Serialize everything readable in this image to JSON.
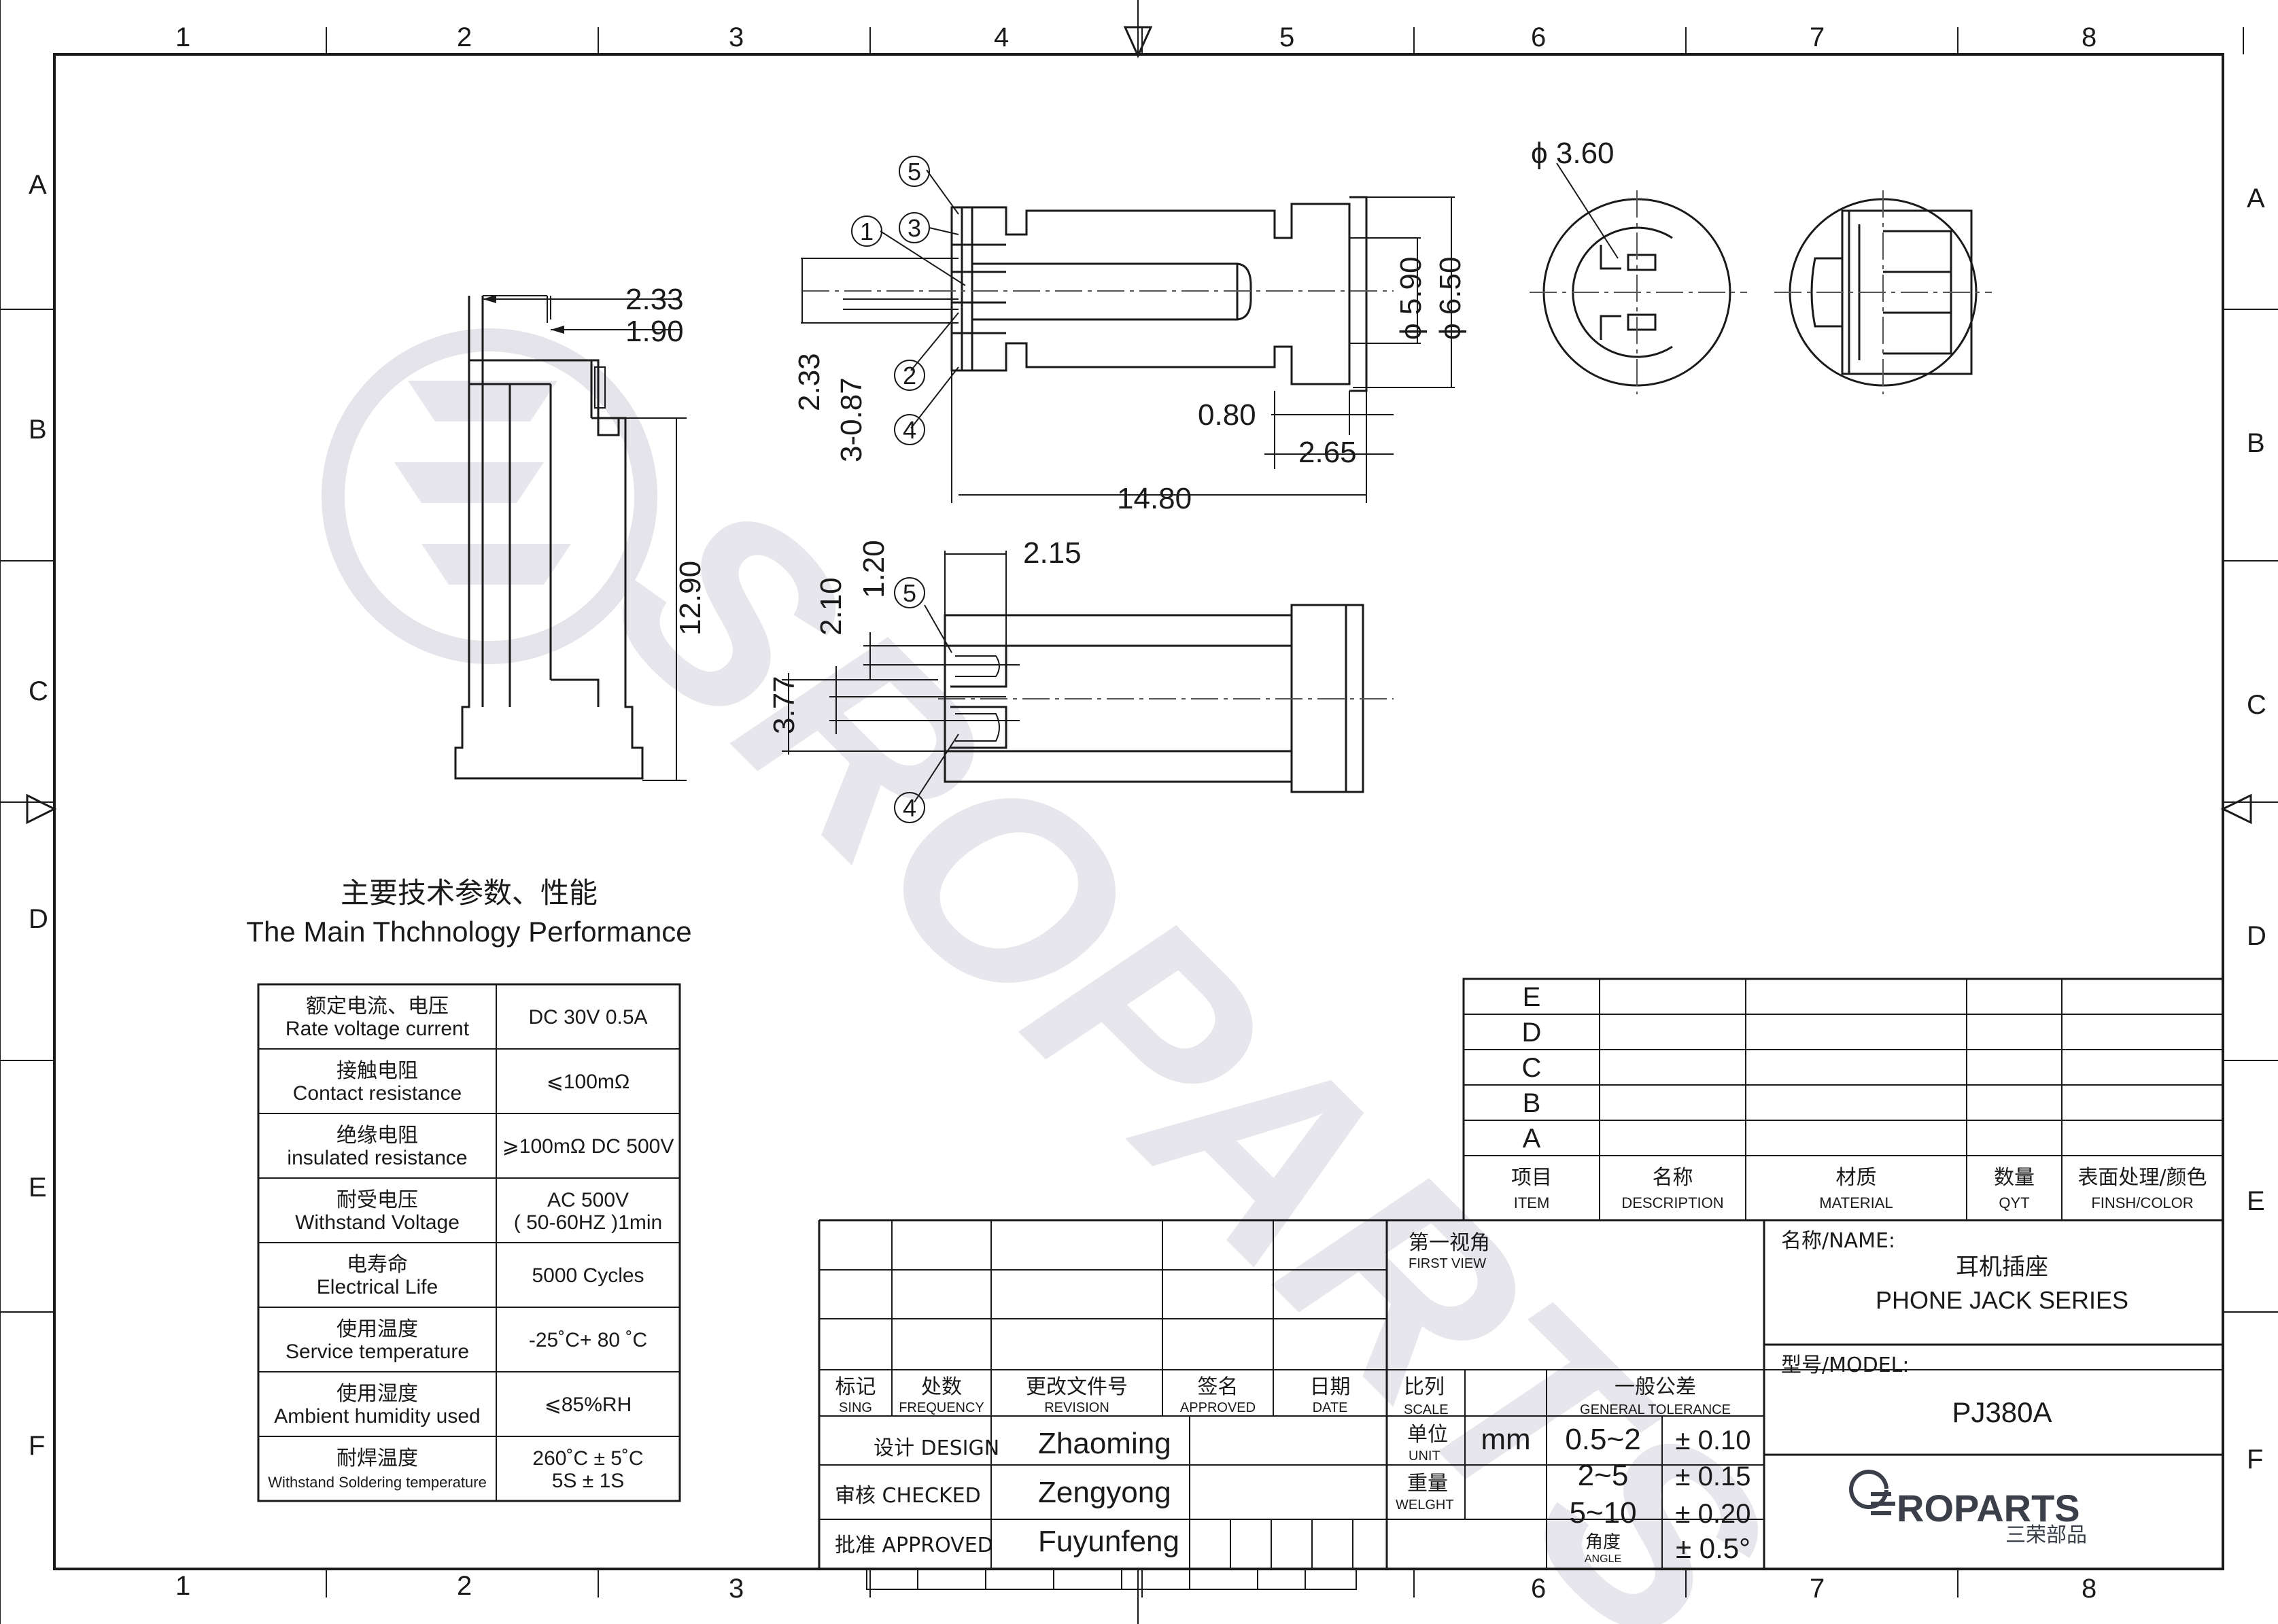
{
  "frame": {
    "col_labels": [
      "1",
      "2",
      "3",
      "4",
      "5",
      "6",
      "7",
      "8"
    ],
    "row_labels": [
      "A",
      "B",
      "C",
      "D",
      "E",
      "F"
    ]
  },
  "watermark": "SROPARTS",
  "dimensions": {
    "side_233": "2.33",
    "side_190": "1.90",
    "side_1290": "12.90",
    "top_233": "2.33",
    "top_3_087": "3-0.87",
    "phi_590": "ϕ 5.90",
    "phi_650": "ϕ 6.50",
    "d_080": "0.80",
    "d_265": "2.65",
    "d_1480": "14.80",
    "front_phi_360": "ϕ 3.60",
    "bot_215": "2.15",
    "bot_120": "1.20",
    "bot_210": "2.10",
    "bot_377": "3.77"
  },
  "balloons": {
    "top": [
      "5",
      "3",
      "1",
      "2",
      "4"
    ],
    "bottom": [
      "5",
      "4"
    ]
  },
  "performance": {
    "title_cn": "主要技术参数、性能",
    "title_en": "The Main Thchnology Performance",
    "rows": [
      {
        "cn": "额定电流、电压",
        "en": "Rate voltage current",
        "v1": "DC 30V   0.5A",
        "v2": ""
      },
      {
        "cn": "接触电阻",
        "en": "Contact resistance",
        "v1": "⩽100mΩ",
        "v2": ""
      },
      {
        "cn": "绝缘电阻",
        "en": "insulated resistance",
        "v1": "⩾100mΩ  DC 500V",
        "v2": ""
      },
      {
        "cn": "耐受电压",
        "en": "Withstand Voltage",
        "v1": "AC 500V",
        "v2": "( 50-60HZ )1min"
      },
      {
        "cn": "电寿命",
        "en": "Electrical Life",
        "v1": "5000 Cycles",
        "v2": ""
      },
      {
        "cn": "使用温度",
        "en": "Service temperature",
        "v1": "-25˚C+ 80 ˚C",
        "v2": ""
      },
      {
        "cn": "使用湿度",
        "en": "Ambient humidity used",
        "v1": "⩽85%RH",
        "v2": ""
      },
      {
        "cn": "耐焊温度",
        "en": "Withstand Soldering temperature",
        "v1": "260˚C ± 5˚C",
        "v2": "5S ± 1S"
      }
    ]
  },
  "bom": {
    "rows": [
      "E",
      "D",
      "C",
      "B",
      "A"
    ],
    "headers": [
      {
        "cn": "项目",
        "en": "ITEM"
      },
      {
        "cn": "名称",
        "en": "DESCRIPTION"
      },
      {
        "cn": "材质",
        "en": "MATERIAL"
      },
      {
        "cn": "数量",
        "en": "QYT"
      },
      {
        "cn": "表面处理/颜色",
        "en": "FINSH/COLOR"
      }
    ]
  },
  "title_block": {
    "revision_headers": [
      {
        "cn": "标记",
        "en": "SING"
      },
      {
        "cn": "处数",
        "en": "FREQUENCY"
      },
      {
        "cn": "更改文件号",
        "en": "REVISION"
      },
      {
        "cn": "签名",
        "en": "APPROVED"
      },
      {
        "cn": "日期",
        "en": "DATE"
      }
    ],
    "design_label": "设计 DESIGN",
    "design_name": "Zhaoming",
    "checked_label": "审核 CHECKED",
    "checked_name": "Zengyong",
    "approved_label": "批准 APPROVED",
    "approved_name": "Fuyunfeng",
    "first_view_cn": "第一视角",
    "first_view_en": "FIRST VIEW",
    "scale_cn": "比列",
    "scale_en": "SCALE",
    "unit_cn": "单位",
    "unit_en": "UNIT",
    "unit_value": "mm",
    "weight_cn": "重量",
    "weight_en": "WELGHT",
    "tol_cn": "一般公差",
    "tol_en": "GENERAL TOLERANCE",
    "tolerances": [
      {
        "range": "0.5~2",
        "tol": "± 0.10"
      },
      {
        "range": "2~5",
        "tol": "± 0.15"
      },
      {
        "range": "5~10",
        "tol": "± 0.20"
      }
    ],
    "angle_cn": "角度",
    "angle_en": "ANGLE",
    "angle_tol": "± 0.5°",
    "name_label": "名称/NAME:",
    "name_cn": "耳机插座",
    "name_en": "PHONE JACK SERIES",
    "model_label": "型号/MODEL:",
    "model": "PJ380A",
    "logo_text": "ROPARTS",
    "logo_sub": "三荣部品"
  }
}
